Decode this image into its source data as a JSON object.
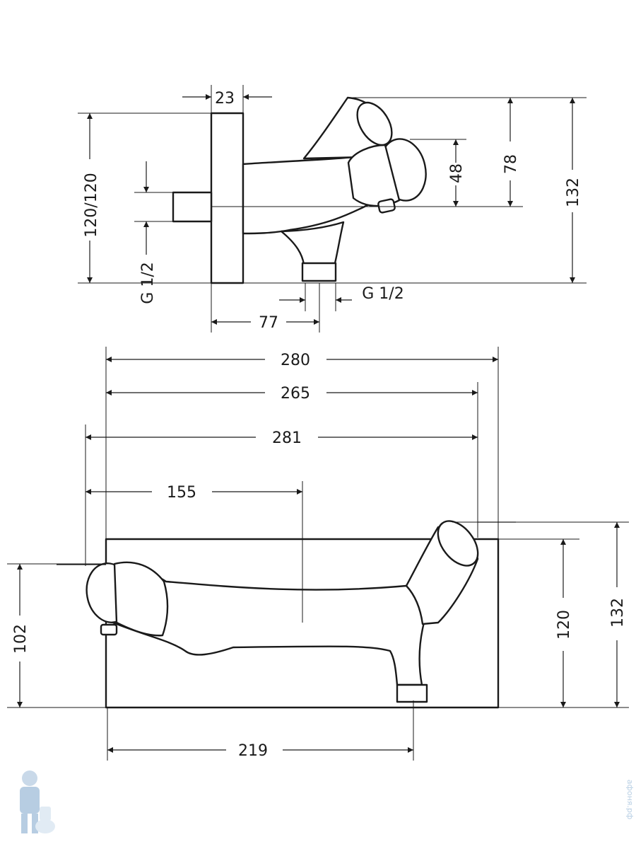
{
  "dimensions": {
    "top_view": {
      "plate_thickness": "23",
      "height_total": "132",
      "height_handle": "78",
      "height_spout": "48",
      "plate_height": "120/120",
      "inlet_thread": "G 1/2",
      "outlet_thread": "G 1/2",
      "outlet_offset": "77"
    },
    "front_view": {
      "width_total": "280",
      "width_plate": "265",
      "width_reach": "281",
      "center_offset": "155",
      "outlet_position": "219",
      "height_spout": "102",
      "height_plate": "120",
      "height_total": "132"
    }
  },
  "watermark": {
    "text": "афоня.рф",
    "logo_icon": "plumber-mascot-icon"
  },
  "colors": {
    "line": "#1a1a1a",
    "background": "#ffffff",
    "watermark": "#b8cfe4"
  }
}
